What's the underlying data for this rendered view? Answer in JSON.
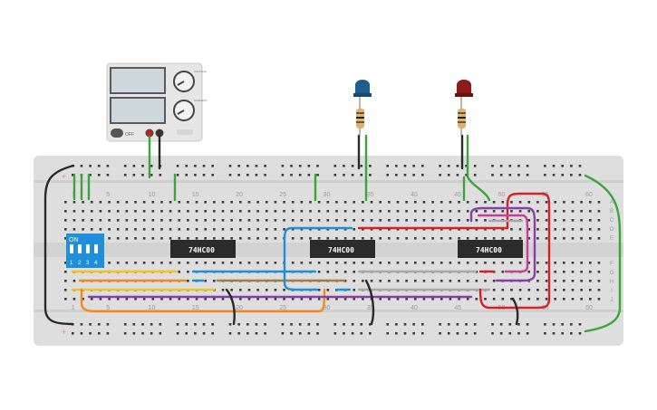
{
  "power_supply": {
    "knob_labels": [
      "VOLTAGE",
      "CURRENT"
    ],
    "button_label": "OFF"
  },
  "chips": [
    {
      "label": "74HC00"
    },
    {
      "label": "74HC00"
    },
    {
      "label": "74HC00"
    }
  ],
  "dip_switch": {
    "on_label": "ON",
    "numbers": [
      "1",
      "2",
      "3",
      "4"
    ]
  },
  "breadboard": {
    "top_column_numbers": [
      "1",
      "5",
      "10",
      "15",
      "20",
      "25",
      "30",
      "35",
      "40",
      "45",
      "50",
      "55",
      "60"
    ],
    "bottom_column_numbers": [
      "1",
      "5",
      "10",
      "15",
      "20",
      "25",
      "30",
      "35",
      "40",
      "45",
      "50",
      "55",
      "60"
    ],
    "upper_row_letters": [
      "J",
      "I",
      "H",
      "G",
      "F"
    ],
    "lower_row_letters": [
      "E",
      "D",
      "C",
      "B",
      "A"
    ],
    "rail_sign": "+"
  },
  "leds": [
    {
      "color": "blue",
      "hex": "#1f5f8e"
    },
    {
      "color": "red",
      "hex": "#8e1a1a"
    }
  ],
  "wire_colors": {
    "green": "#3aa63a",
    "black": "#2a2a2a",
    "yellow": "#f2c31b",
    "orange": "#f08b1a",
    "blue": "#1c8fd6",
    "red": "#d42222",
    "purple": "#8a3fa8",
    "gray": "#a8a8a8",
    "brown": "#a57a4a",
    "magenta": "#c83da0"
  }
}
